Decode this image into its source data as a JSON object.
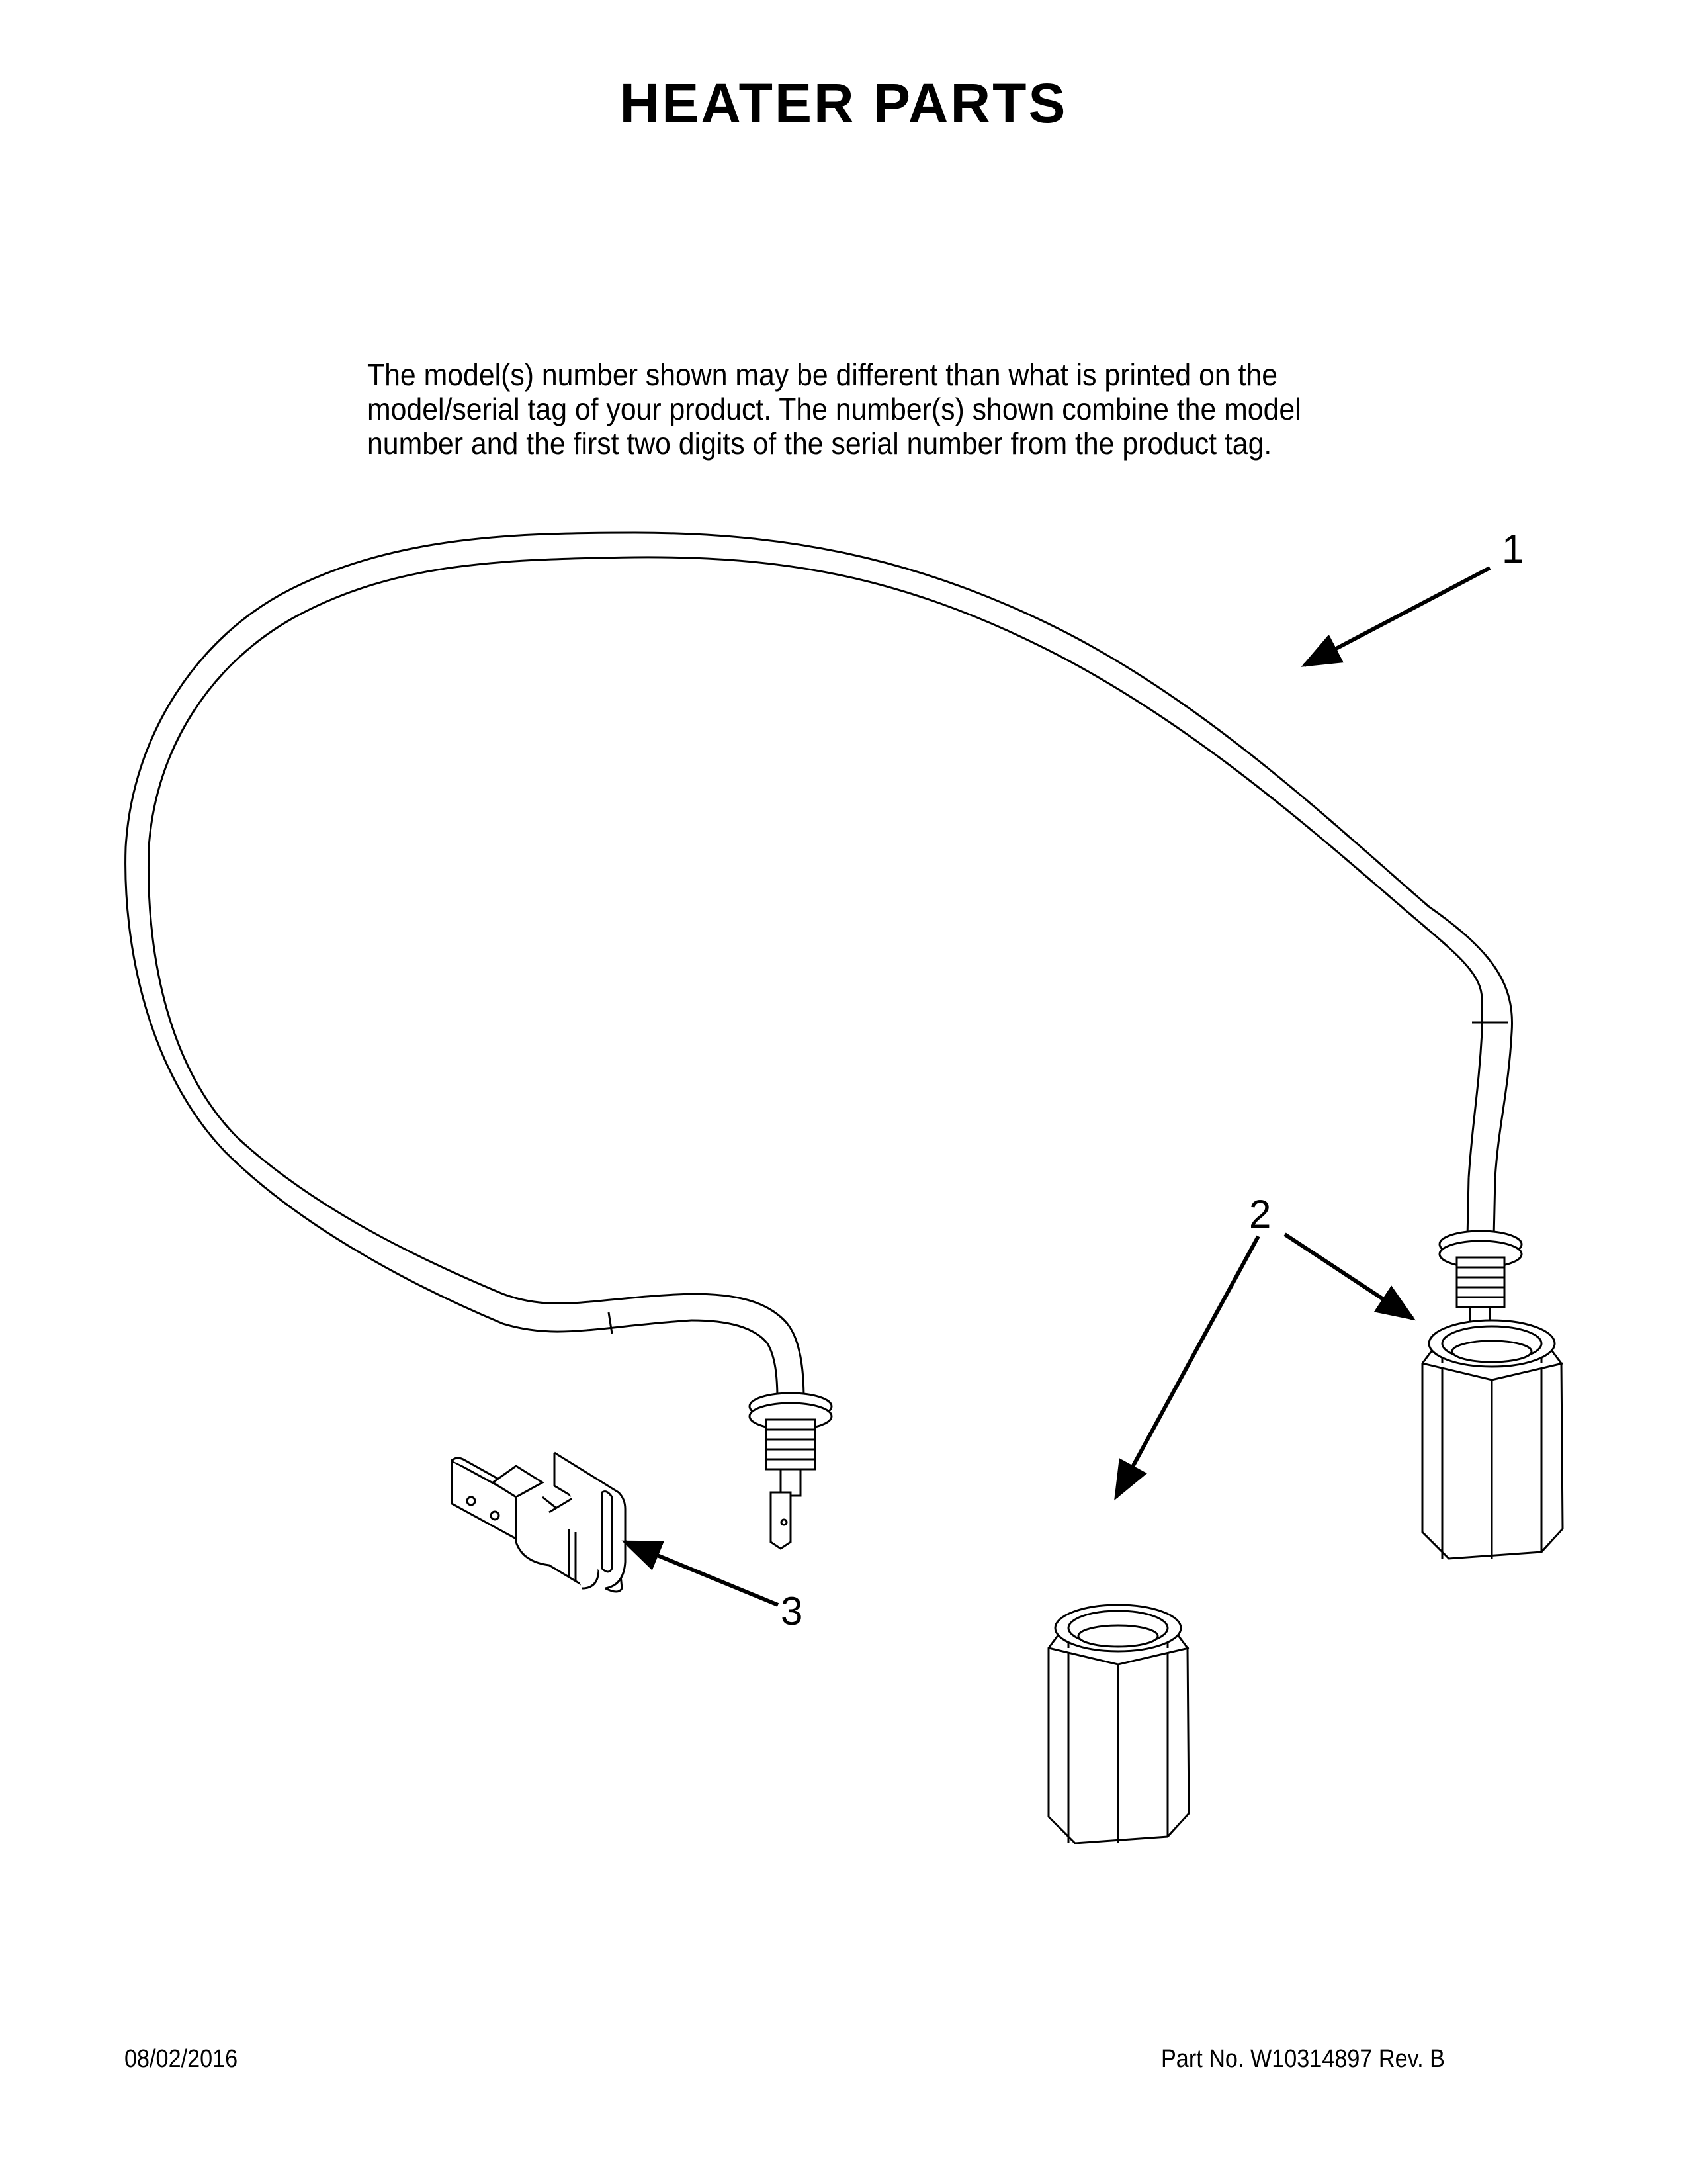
{
  "header": {
    "title": "HEATER PARTS"
  },
  "note": {
    "lines": [
      "The model(s) number shown may be different than what is printed on the",
      "model/serial tag of your product. The number(s) shown combine the model",
      "number and the first two digits of the serial number from the product tag."
    ]
  },
  "callouts": [
    {
      "number": "1",
      "part": "heater-element"
    },
    {
      "number": "2",
      "part": "heater-nut"
    },
    {
      "number": "3",
      "part": "terminal-clip"
    }
  ],
  "footer": {
    "date": "08/02/2016",
    "part_number": "Part No.  W10314897  Rev.  B"
  }
}
